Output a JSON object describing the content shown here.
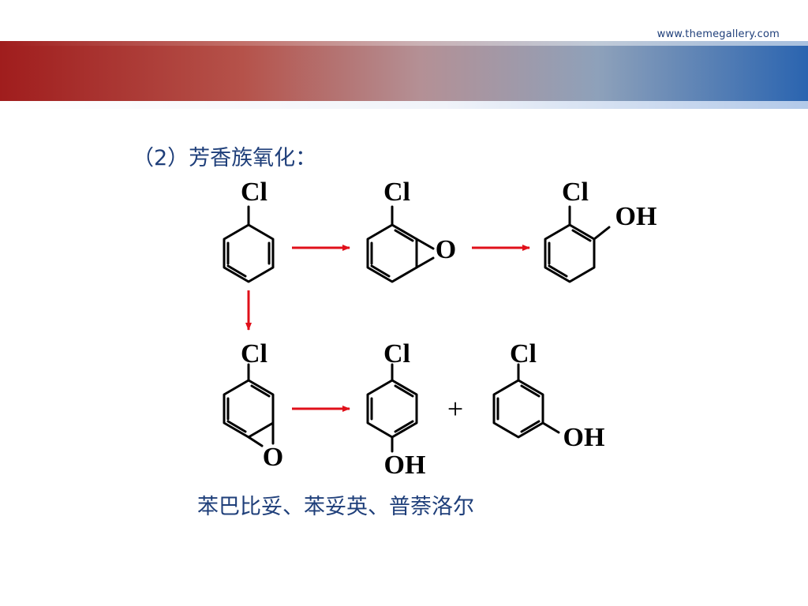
{
  "header": {
    "site_url": "www.themegallery.com"
  },
  "slide": {
    "section_title": "（2）芳香族氧化：",
    "drug_list": "苯巴比妥、苯妥英、普萘洛尔"
  },
  "scheme": {
    "labels": {
      "cl": "Cl",
      "oh": "OH",
      "o": "O",
      "plus": "+"
    }
  },
  "colors": {
    "accent_text": "#1f3f7a",
    "arrow": "#e0101a",
    "band_left": "#a01d1d",
    "band_right": "#2a64b0"
  }
}
